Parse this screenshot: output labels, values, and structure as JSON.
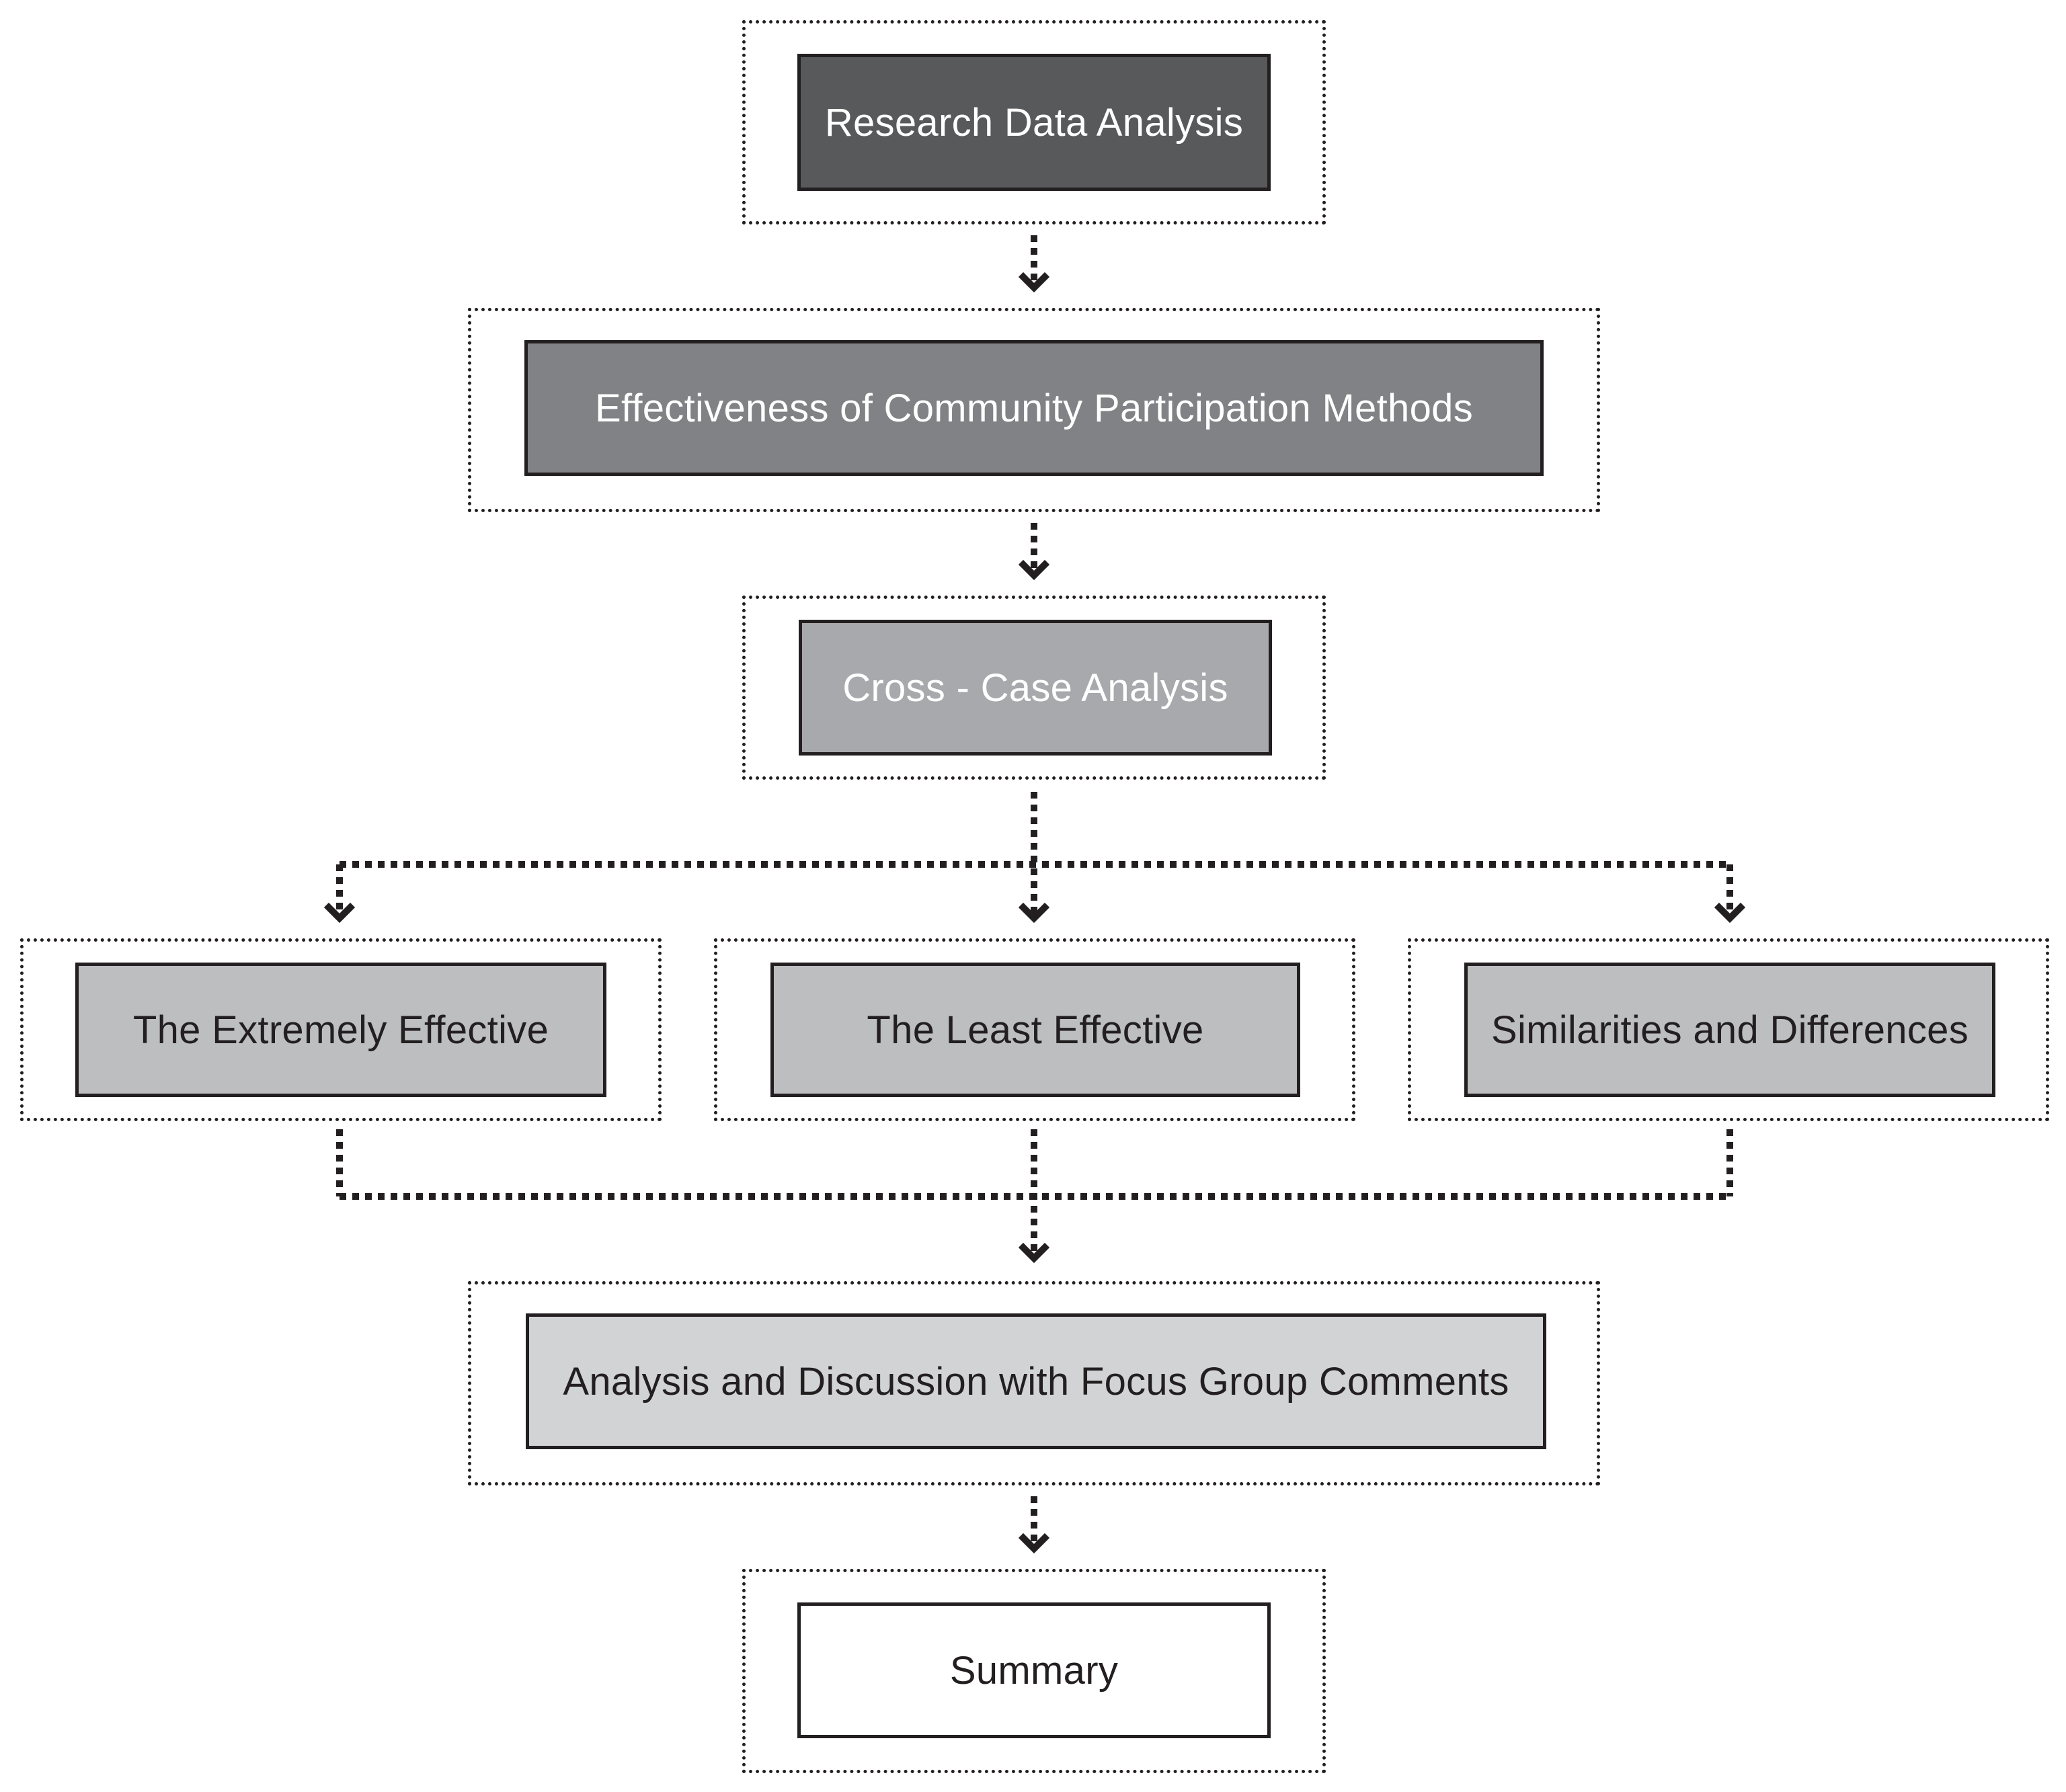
{
  "nodes": {
    "research_data_analysis": {
      "label": "Research Data Analysis",
      "fill": "#58595b",
      "text_color": "#ffffff"
    },
    "effectiveness": {
      "label": "Effectiveness of Community Participation Methods",
      "fill": "#808285",
      "text_color": "#ffffff"
    },
    "cross_case": {
      "label": "Cross - Case Analysis",
      "fill": "#a7a9ac",
      "text_color": "#ffffff"
    },
    "extremely_effective": {
      "label": "The Extremely Effective",
      "fill": "#bcbec0",
      "text_color": "#231f20"
    },
    "least_effective": {
      "label": "The Least Effective",
      "fill": "#bcbec0",
      "text_color": "#231f20"
    },
    "similarities": {
      "label": "Similarities and Differences",
      "fill": "#bcbec0",
      "text_color": "#231f20"
    },
    "analysis_discussion": {
      "label": "Analysis and Discussion with Focus Group Comments",
      "fill": "#d1d3d4",
      "text_color": "#231f20"
    },
    "summary": {
      "label": "Summary",
      "fill": "#ffffff",
      "text_color": "#231f20"
    }
  },
  "colors": {
    "line": "#231f20",
    "background": "#ffffff"
  }
}
